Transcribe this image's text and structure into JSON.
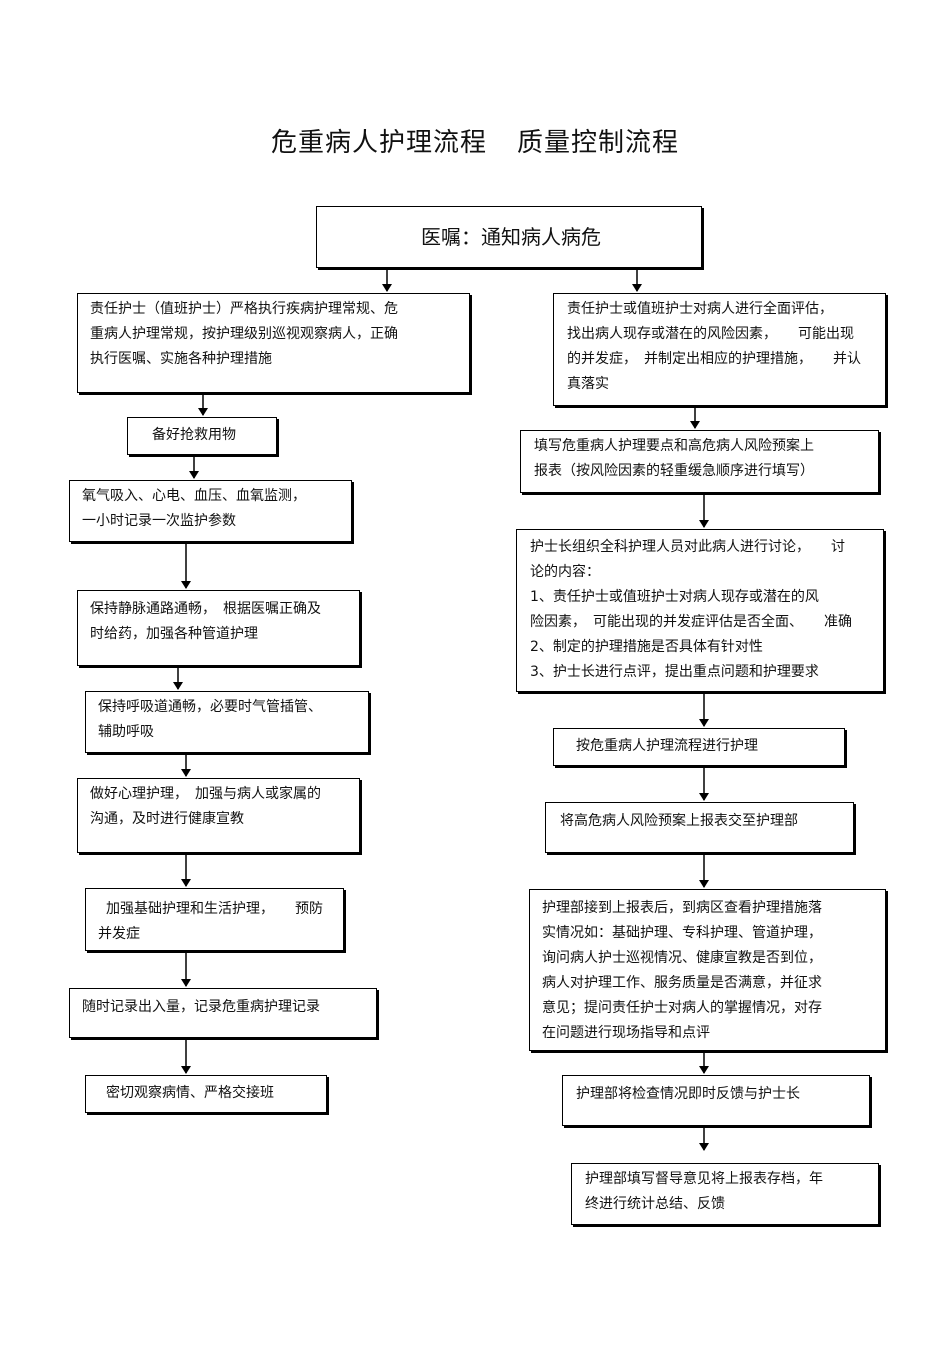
{
  "title": {
    "part1": "危重病人护理流程",
    "part2": "质量控制流程"
  },
  "top_box": "医嘱：通知病人病危",
  "left": [
    {
      "lines": [
        "责任护士（值班护士）严格执行疾病护理常规、危",
        "重病人护理常规，按护理级别巡视观察病人，正确",
        "执行医嘱、实施各种护理措施"
      ]
    },
    {
      "lines": [
        "备好抢救用物"
      ]
    },
    {
      "lines": [
        "氧气吸入、心电、血压、血氧监测，",
        "一小时记录一次监护参数"
      ]
    },
    {
      "lines": [
        "保持静脉通路通畅，　根据医嘱正确及",
        "时给药，加强各种管道护理"
      ]
    },
    {
      "lines": [
        "保持呼吸道通畅，必要时气管插管、",
        "辅助呼吸"
      ]
    },
    {
      "lines": [
        "做好心理护理，　加强与病人或家属的",
        "沟通，及时进行健康宣教"
      ]
    },
    {
      "lines": [
        "加强基础护理和生活护理，　　预防",
        "并发症"
      ]
    },
    {
      "lines": [
        "随时记录出入量，记录危重病护理记录"
      ]
    },
    {
      "lines": [
        "密切观察病情、严格交接班"
      ]
    }
  ],
  "right": [
    {
      "lines": [
        "责任护士或值班护士对病人进行全面评估，",
        "找出病人现存或潜在的风险因素，　　可能出现",
        "的并发症，　并制定出相应的护理措施，　　并认",
        "真落实"
      ]
    },
    {
      "lines": [
        "填写危重病人护理要点和高危病人风险预案上",
        "报表（按风险因素的轻重缓急顺序进行填写）"
      ]
    },
    {
      "lines": [
        "护士长组织全科护理人员对此病人进行讨论，　　讨",
        "论的内容：",
        "1、责任护士或值班护士对病人现存或潜在的风",
        "险因素，　可能出现的并发症评估是否全面、　　准确",
        "2、制定的护理措施是否具体有针对性",
        "3、护士长进行点评，提出重点问题和护理要求"
      ]
    },
    {
      "lines": [
        "按危重病人护理流程进行护理"
      ]
    },
    {
      "lines": [
        "将高危病人风险预案上报表交至护理部"
      ]
    },
    {
      "lines": [
        "护理部接到上报表后，到病区查看护理措施落",
        "实情况如：基础护理、专科护理、管道护理，",
        "询问病人护士巡视情况、健康宣教是否到位，",
        "病人对护理工作、服务质量是否满意，并征求",
        "意见；提问责任护士对病人的掌握情况，对存",
        "在问题进行现场指导和点评"
      ]
    },
    {
      "lines": [
        "护理部将检查情况即时反馈与护士长"
      ]
    },
    {
      "lines": [
        "护理部填写督导意见将上报表存档，年",
        "终进行统计总结、反馈"
      ]
    }
  ]
}
